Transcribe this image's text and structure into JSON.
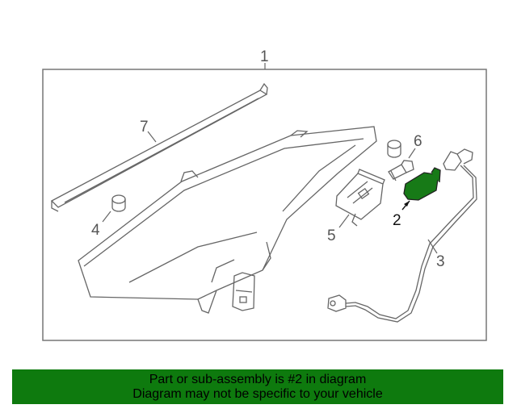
{
  "diagram": {
    "callouts": {
      "c1": "1",
      "c2": "2",
      "c3": "3",
      "c4": "4",
      "c5": "5",
      "c6": "6",
      "c7": "7"
    },
    "highlight_color": "#177a17",
    "line_color": "#666666"
  },
  "banner": {
    "line1": "Part or sub-assembly is #2 in diagram",
    "line2": "Diagram may not be specific to your vehicle",
    "background": "#0e7a0e"
  }
}
